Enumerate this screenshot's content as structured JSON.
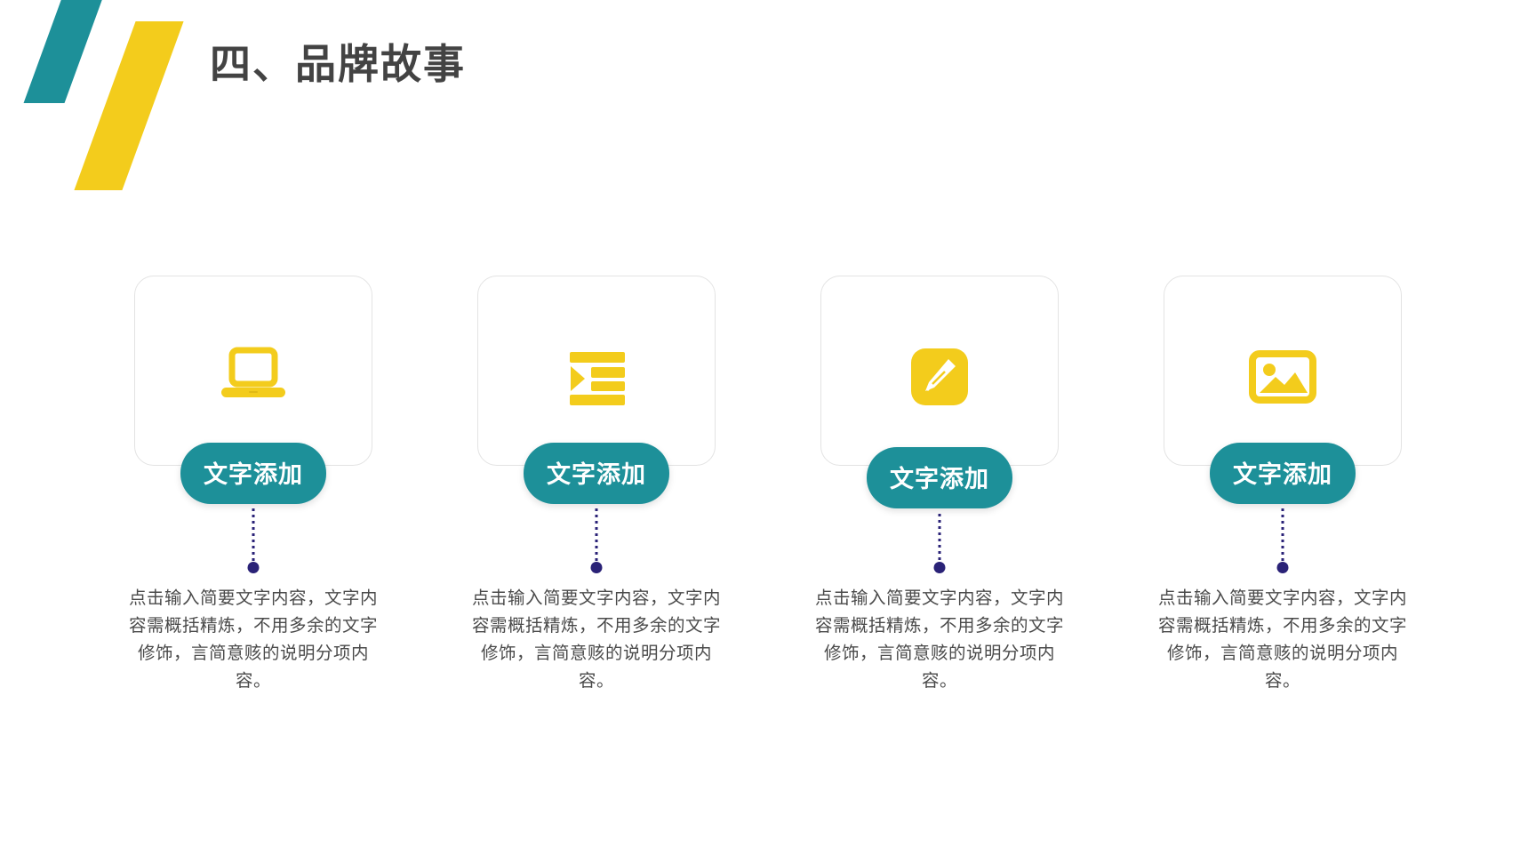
{
  "slide": {
    "title": "四、品牌故事",
    "colors": {
      "teal": "#1d9099",
      "yellow": "#f3cc1c",
      "navy": "#2a2277",
      "title_gray": "#434343",
      "body_gray": "#4a4a4a",
      "card_border": "#e3e3e3",
      "background": "#ffffff"
    },
    "decorations": [
      {
        "name": "teal-slash",
        "color": "#1d9099"
      },
      {
        "name": "yellow-slash",
        "color": "#f3cc1c"
      }
    ],
    "columns": [
      {
        "icon": "laptop-icon",
        "pill_label": "文字添加",
        "body": "点击输入简要文字内容，文字内容需概括精炼，不用多余的文字修饰，言简意赅的说明分项内容。"
      },
      {
        "icon": "list-play-icon",
        "pill_label": "文字添加",
        "body": "点击输入简要文字内容，文字内容需概括精炼，不用多余的文字修饰，言简意赅的说明分项内容。"
      },
      {
        "icon": "pencil-edit-icon",
        "pill_label": "文字添加",
        "body": "点击输入简要文字内容，文字内容需概括精炼，不用多余的文字修饰，言简意赅的说明分项内容。"
      },
      {
        "icon": "image-picture-icon",
        "pill_label": "文字添加",
        "body": "点击输入简要文字内容，文字内容需概括精炼，不用多余的文字修饰，言简意赅的说明分项内容。"
      }
    ]
  }
}
